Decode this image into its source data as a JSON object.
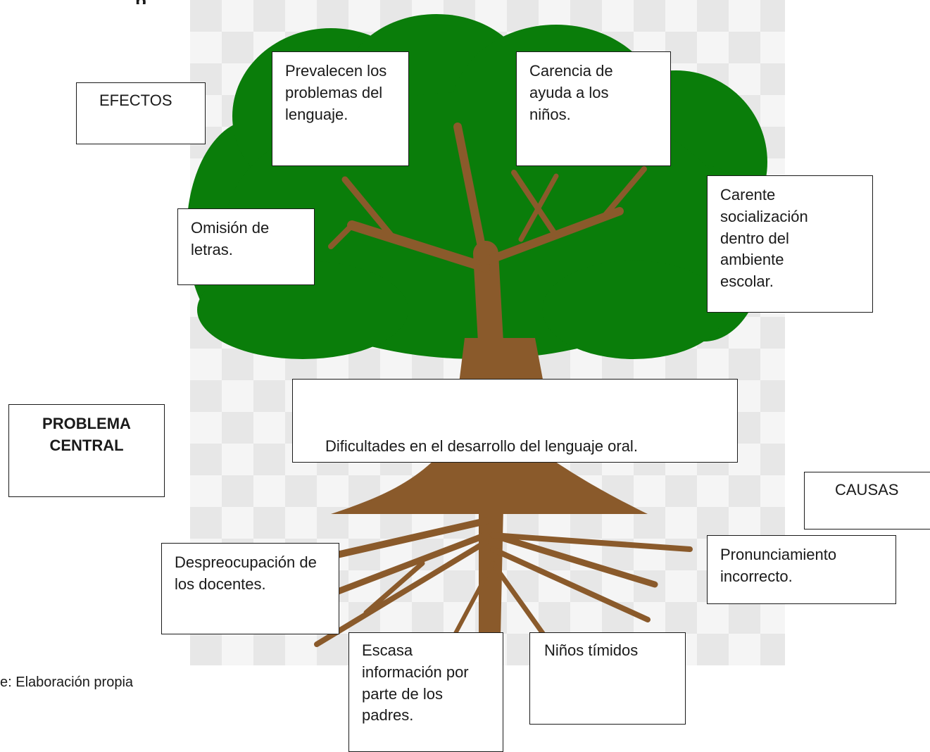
{
  "title_fragment": "p",
  "labels": {
    "effects": "EFECTOS",
    "central": "PROBLEMA CENTRAL",
    "causes": "CAUSAS"
  },
  "central_problem": "Dificultades en el desarrollo del lenguaje oral.",
  "effects": [
    "Prevalecen los problemas del lenguaje.",
    "Carencia de ayuda a los niños.",
    "Omisión de letras.",
    "Carente socialización dentro del ambiente escolar."
  ],
  "causes": [
    "Despreocupación de los docentes.",
    "Pronunciamiento incorrecto.",
    "Escasa información por parte de los padres.",
    "Niños tímidos"
  ],
  "source": "e: Elaboración propia",
  "colors": {
    "foliage": "#0a7d0a",
    "trunk": "#8a5a2b",
    "checker_light": "#f5f5f5",
    "checker_dark": "#e6e6e6"
  }
}
